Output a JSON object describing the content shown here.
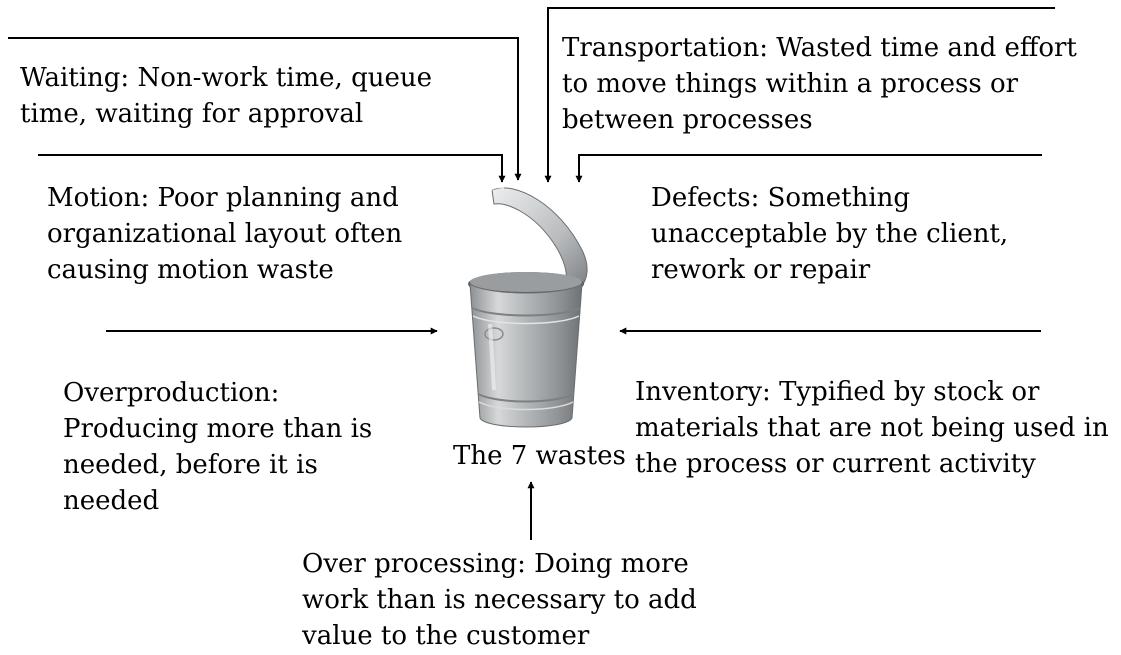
{
  "diagram": {
    "center_label": "The 7 wastes",
    "center_icon": "trash-can-icon",
    "colors": {
      "text": "#000000",
      "arrow": "#000000",
      "bin_body": "#a9acae"
    },
    "wastes": [
      {
        "id": "waiting",
        "text": "Waiting: Non-work time, queue\ntime, waiting for approval"
      },
      {
        "id": "transportation",
        "text": "Transportation: Wasted time and effort\nto move things within a process or\nbetween processes"
      },
      {
        "id": "motion",
        "text": "Motion: Poor planning and\norganizational layout often\ncausing motion waste"
      },
      {
        "id": "defects",
        "text": "Defects: Something\nunacceptable by the client,\nrework or repair"
      },
      {
        "id": "overproduction",
        "text": "Overproduction:\nProducing more than is\nneeded, before it is\nneeded"
      },
      {
        "id": "inventory",
        "text": "Inventory: Typified by stock or\nmaterials that are not being used in\nthe process or current activity"
      },
      {
        "id": "overprocessing",
        "text": "Over processing: Doing more\nwork than is necessary to add\nvalue to the customer"
      }
    ]
  }
}
